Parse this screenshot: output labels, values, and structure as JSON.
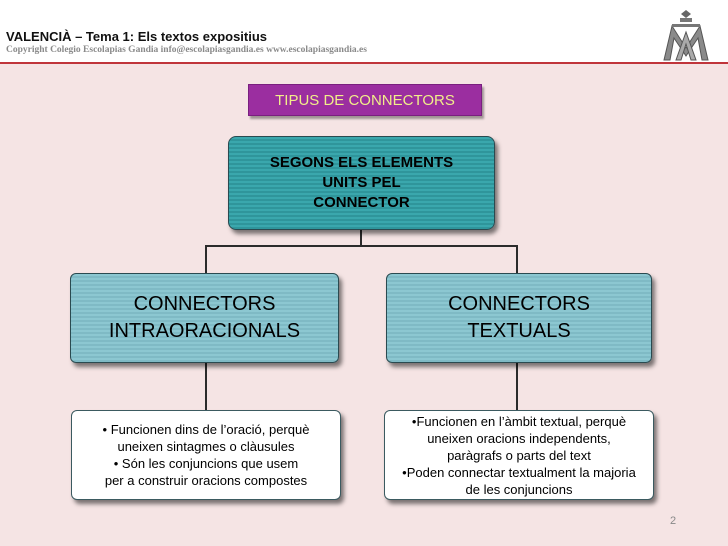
{
  "header": {
    "title": "VALENCIÀ – Tema 1: Els textos expositius",
    "copyright": "Copyright Colegio Escolapias Gandia  info@escolapiasgandia.es   www.escolapiasgandia.es"
  },
  "slide": {
    "title": "TIPUS DE CONNECTORS",
    "root": {
      "lines": [
        "SEGONS ELS ELEMENTS",
        "UNITS PEL",
        "CONNECTOR"
      ]
    },
    "left": {
      "heading": [
        "CONNECTORS",
        "INTRAORACIONALS"
      ],
      "details": [
        "• Funcionen dins de l’oració, perquè",
        "uneixen sintagmes o clàusules",
        "• Són les conjuncions que usem",
        "per a construir oracions compostes"
      ]
    },
    "right": {
      "heading": [
        "CONNECTORS",
        "TEXTUALS"
      ],
      "details": [
        "•Funcionen en l’àmbit textual, perquè",
        "uneixen oracions independents,",
        "paràgrafs o parts del text",
        "•Poden connectar textualment la majoria",
        "de les conjuncions"
      ]
    },
    "page_number": "2"
  },
  "colors": {
    "title_bg": "#9b2ea0",
    "title_text": "#f1ee8a",
    "slide_bg": "#f5e4e4",
    "root_box": "#3aa7ad",
    "mid_box": "#8cc7d1",
    "accent_line": "#c0353b"
  }
}
